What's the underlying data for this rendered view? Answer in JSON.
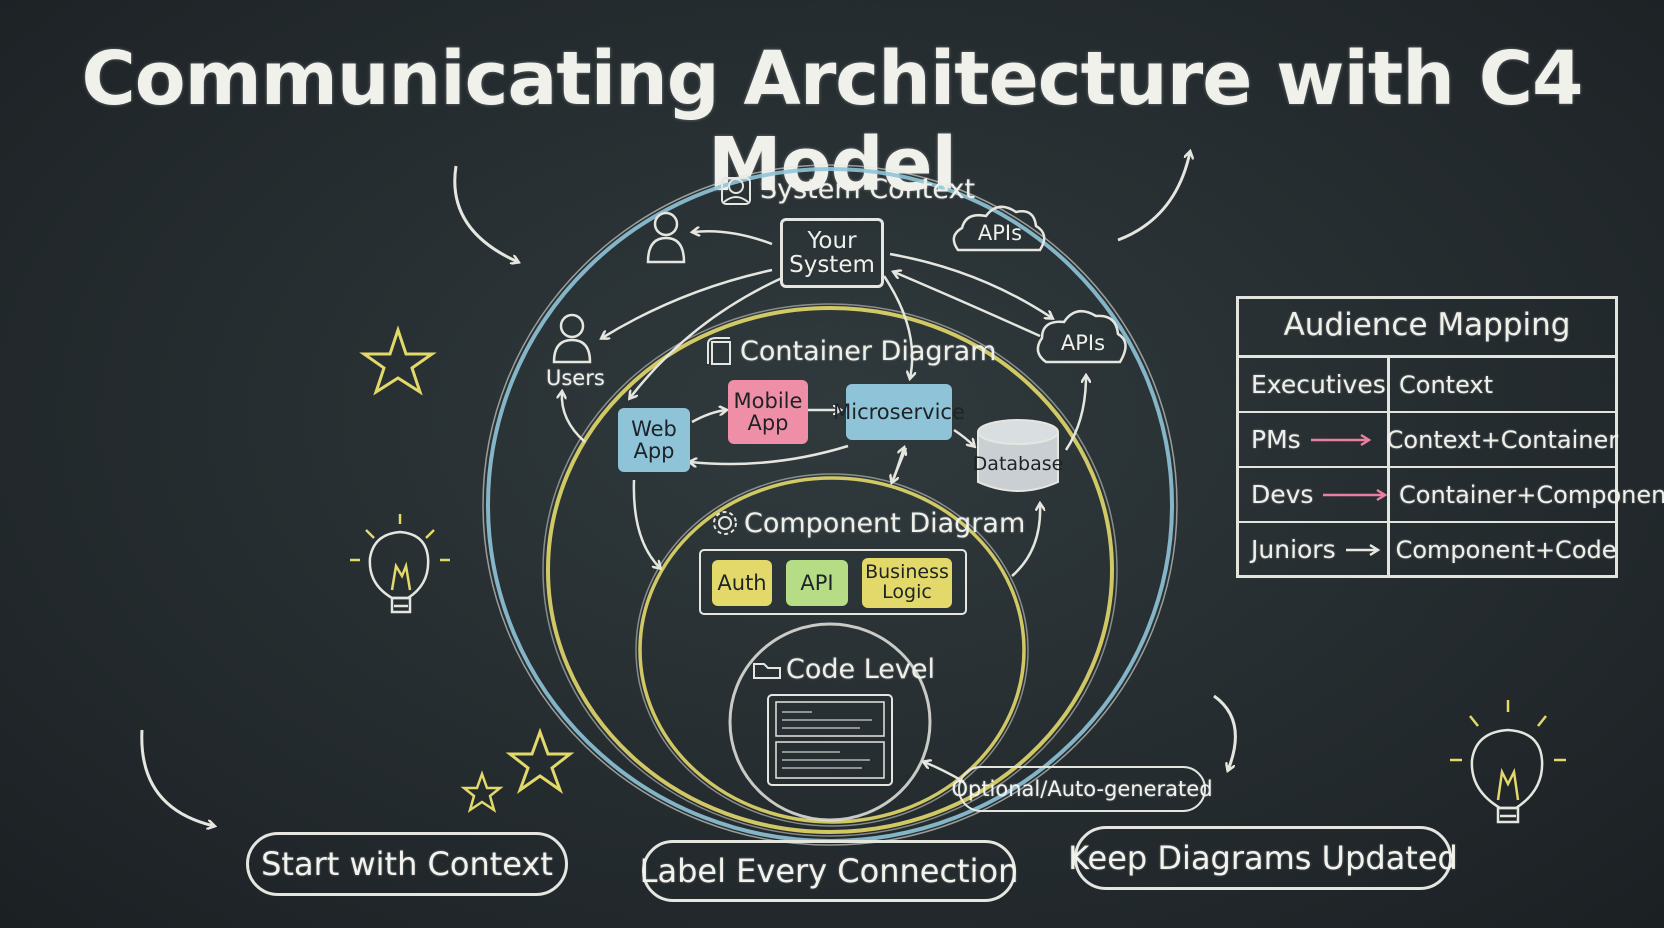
{
  "title": "Communicating Architecture with C4 Model",
  "levels": {
    "system_context": "System Context",
    "container_diagram": "Container Diagram",
    "component_diagram": "Component Diagram",
    "code_level": "Code Level"
  },
  "nodes": {
    "your_system": "Your System",
    "apis_top": "APIs",
    "apis_right": "APIs",
    "users": "Users",
    "web_app": "Web App",
    "mobile_app": "Mobile App",
    "microservice": "Microservice",
    "database": "Database",
    "auth": "Auth",
    "api": "API",
    "business_logic": "Business Logic"
  },
  "optional_label": "Optional/Auto-generated",
  "audience_table": {
    "title": "Audience Mapping",
    "rows": [
      {
        "audience": "Executives",
        "views": "Context",
        "arrow": false,
        "arrow_color": ""
      },
      {
        "audience": "PMs",
        "views": "Context+Container",
        "arrow": true,
        "arrow_color": "#e87fa0"
      },
      {
        "audience": "Devs",
        "views": "Container+Component",
        "arrow": true,
        "arrow_color": "#e87fa0"
      },
      {
        "audience": "Juniors",
        "views": "Component+Code",
        "arrow": true,
        "arrow_color": "#e8e8e2"
      }
    ]
  },
  "tips": {
    "start": "Start with Context",
    "label": "Label Every Connection",
    "keep": "Keep Diagrams Updated"
  },
  "colors": {
    "chalk_white": "#ecece6",
    "blue": "#8fc4d8",
    "yellow": "#e3d96a",
    "pink": "#ee8fa7",
    "green": "#b7dc86",
    "grey": "#c9cfd2"
  }
}
